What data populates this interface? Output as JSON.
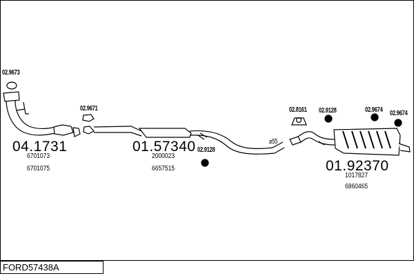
{
  "title": "FORD57438A",
  "parts": [
    {
      "number": "04.1731",
      "oe": [
        "6701073",
        "6701075"
      ]
    },
    {
      "number": "01.57340",
      "oe": [
        "2000023",
        "6657515"
      ]
    },
    {
      "number": "01.92370",
      "oe": [
        "1017827",
        "6860465"
      ]
    }
  ],
  "accessories": [
    "02.9673",
    "02.9671",
    "02.9128",
    "02.8161",
    "02.9128",
    "02.9674",
    "02.9674"
  ],
  "diameter_label": "⌀55"
}
